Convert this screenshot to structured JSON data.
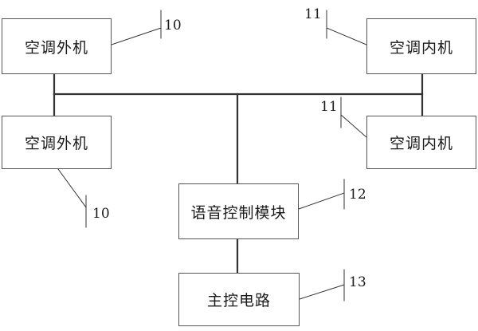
{
  "diagram": {
    "boxes": {
      "outdoor_unit_top": "空调外机",
      "outdoor_unit_bottom": "空调外机",
      "indoor_unit_top": "空调内机",
      "indoor_unit_bottom": "空调内机",
      "voice_module": "语音控制模块",
      "main_circuit": "主控电路"
    },
    "refs": {
      "outdoor_top": "10",
      "outdoor_bottom": "10",
      "indoor_top": "11",
      "indoor_bottom": "11",
      "voice_module": "12",
      "main_circuit": "13"
    }
  }
}
